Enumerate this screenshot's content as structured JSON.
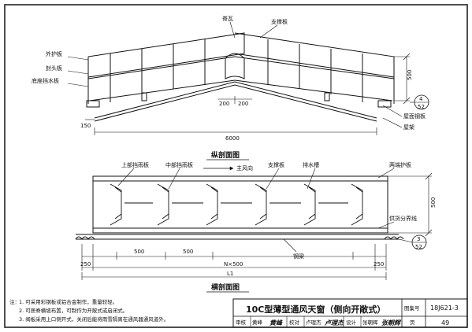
{
  "top_view": {
    "labels": {
      "ridge_tile": "脊瓦",
      "support_plate": "支撑板",
      "outer_guard_plate": "外护板",
      "end_seal_plate": "封头板",
      "base_water_plate": "底座挡水板",
      "roof_steel_plate": "屋面钢板",
      "roof_frame": "屋架"
    },
    "dims": {
      "height": "500",
      "gap_left": "200",
      "gap_right": "200",
      "base_left": "150",
      "total_width": "6000"
    },
    "callout": {
      "num": "4",
      "page": "52"
    },
    "section_title": "纵剖面图"
  },
  "bottom_view": {
    "labels": {
      "upper_baffle": "上部挡雨板",
      "middle_baffle": "中部挡雨板",
      "main_wind": "主风向",
      "support_plate": "支撑板",
      "drain_trough": "排水槽",
      "end_guard_plate": "两端护板",
      "supply_line": "供货分界线",
      "steel_beam": "钢梁"
    },
    "dims": {
      "height": "500",
      "left_margin": "250",
      "seg1": "500",
      "seg2": "500",
      "n_times": "N×500",
      "right_margin": "250",
      "total": "L1"
    },
    "callout": {
      "num": "3",
      "page": "52"
    },
    "section_title": "横剖面图"
  },
  "notes": {
    "heading": "注：",
    "items": [
      "1. 可采用彩钢板或铝合金制作，重量较轻。",
      "2. 可居脊横坡布置，可制作为开敞式或启闭式。",
      "3. 阀板采用上口侧开式，关闭后能将雨雪隔离在通风器通风道外。"
    ]
  },
  "title_block": {
    "title": "10C型薄型通风天窗（侧向开敞式）",
    "atlas_label": "图集号",
    "atlas_no": "18J621-3",
    "review_label": "审核",
    "reviewer": "黄峰",
    "reviewer_sig": "黄峰",
    "check_label": "校对",
    "checker": "卢理杰",
    "checker_sig": "卢理杰",
    "design_label": "设计",
    "designer": "张朝辉",
    "designer_sig": "张朝辉",
    "page_label": "页",
    "page_no": "49"
  }
}
